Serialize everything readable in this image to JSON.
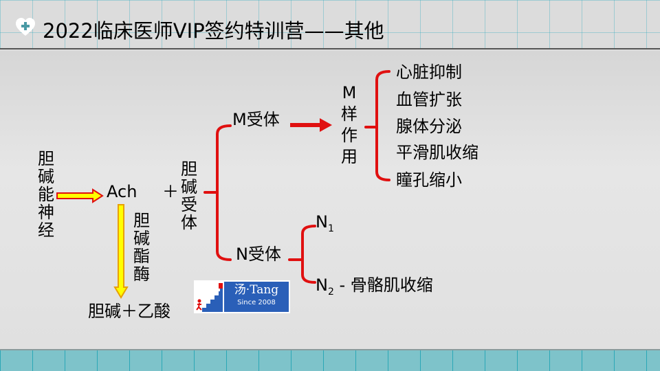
{
  "header": {
    "title": "2022临床医师VIP签约特训营——其他",
    "icon": "heart-plus-icon"
  },
  "diagram": {
    "nerve": "胆碱能神经",
    "ach": "Ach",
    "plus1": "＋",
    "enzyme": "胆碱酯酶",
    "products": "胆碱＋乙酸",
    "receptor": "胆碱受体",
    "m_receptor": "M受体",
    "m_effect": "M样作用",
    "m_effects": [
      "心脏抑制",
      "血管扩张",
      "腺体分泌",
      "平滑肌收缩",
      "瞳孔缩小"
    ],
    "n_receptor": "N受体",
    "n1": "N",
    "n1_sub": "1",
    "n2": "N",
    "n2_sub": "2",
    "n2_effect": " - 骨骼肌收缩"
  },
  "logo": {
    "name": "汤·Tang",
    "since": "Since 2008"
  },
  "colors": {
    "header": "#86cbd2",
    "bracket": "#e01010",
    "arrow_fill": "#ffff00"
  }
}
